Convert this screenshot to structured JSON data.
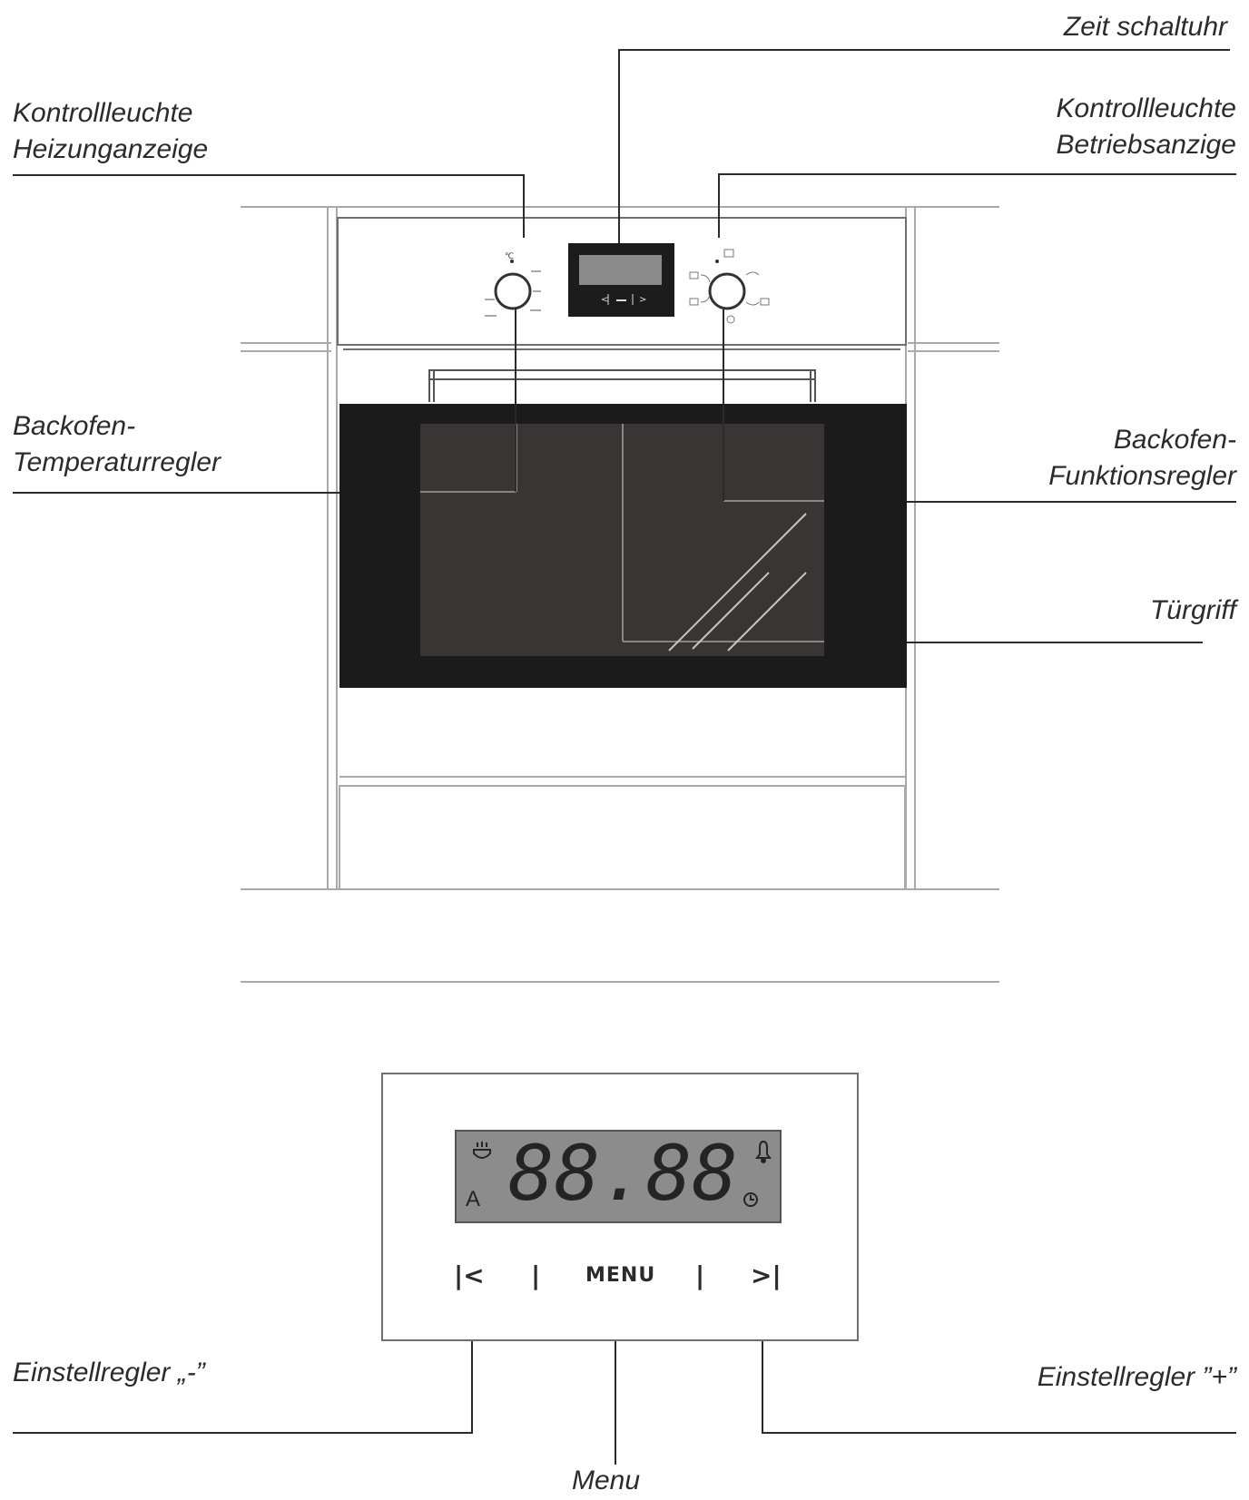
{
  "labels": {
    "timer": "Zeit schaltuhr",
    "heat_light": [
      "Kontrollleuchte",
      "Heizunganzeige"
    ],
    "op_light": [
      "Kontrollleuchte",
      "Betriebsanzige"
    ],
    "temp_knob": [
      "Backofen-",
      "Temperaturregler"
    ],
    "func_knob": [
      "Backofen-",
      "Funktionsregler"
    ],
    "handle": "Türgriff",
    "minus": "Einstellregler „-”",
    "plus": "Einstellregler ”+”",
    "menu": "Menu"
  },
  "display": {
    "digits": "88.88",
    "mode_letter": "A",
    "menu_button": "MENU",
    "prev_glyph": "|<",
    "next_glyph": ">|",
    "separator": "|"
  },
  "icons": {
    "top_left": "pot-icon",
    "top_right": "bell-icon",
    "bottom_right": "clock-icon"
  },
  "colors": {
    "outline": "#a9a9a9",
    "line": "#2b2b2b",
    "door_frame": "#1b1b1b",
    "door_glass": "#3a3535",
    "lcd_bg": "#8c8c8c",
    "lcd_dark": "#242424",
    "text": "#2b2b2b"
  }
}
